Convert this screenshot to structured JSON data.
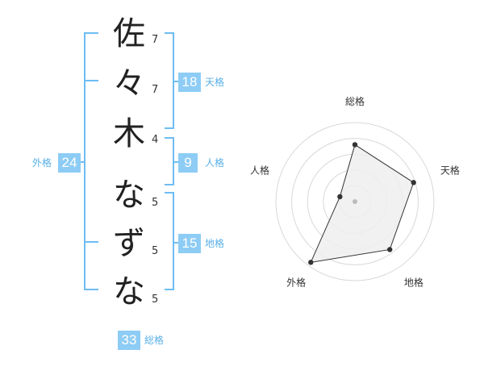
{
  "characters": [
    {
      "char": "佐",
      "strokes": "7"
    },
    {
      "char": "々",
      "strokes": "7"
    },
    {
      "char": "木",
      "strokes": "4"
    },
    {
      "char": "な",
      "strokes": "5"
    },
    {
      "char": "ず",
      "strokes": "5"
    },
    {
      "char": "な",
      "strokes": "5"
    }
  ],
  "groups": {
    "tenkaku": {
      "value": "18",
      "label": "天格"
    },
    "jinkaku": {
      "value": "9",
      "label": "人格"
    },
    "chikaku": {
      "value": "15",
      "label": "地格"
    },
    "gaikaku": {
      "value": "24",
      "label": "外格"
    },
    "soukaku": {
      "value": "33",
      "label": "総格"
    }
  },
  "radar": {
    "axes": [
      "総格",
      "天格",
      "地格",
      "外格",
      "人格"
    ],
    "levels": 5,
    "values": [
      0.72,
      0.78,
      0.75,
      0.95,
      0.2
    ],
    "colors": {
      "grid": "#d8d8d8",
      "fill": "#efefef",
      "line": "#333333",
      "point": "#333333",
      "center": "#bbbbbb"
    }
  }
}
